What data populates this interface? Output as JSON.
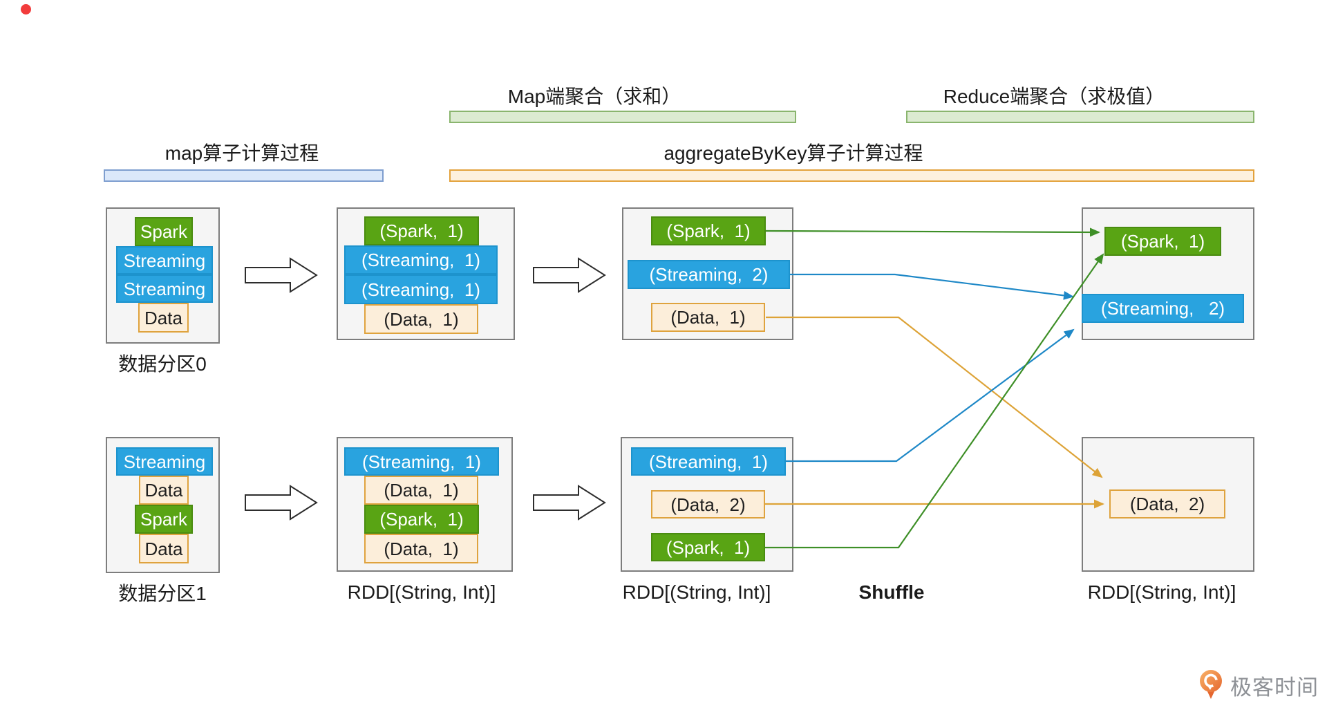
{
  "headers": {
    "map_aggregation": "Map端聚合（求和）",
    "reduce_aggregation": "Reduce端聚合（求极值）",
    "map_operator": "map算子计算过程",
    "aggregate_operator": "aggregateByKey算子计算过程"
  },
  "input": {
    "partition0_label": "数据分区0",
    "partition0_items": [
      "Spark",
      "Streaming",
      "Streaming",
      "Data"
    ],
    "partition1_label": "数据分区1",
    "partition1_items": [
      "Streaming",
      "Data",
      "Spark",
      "Data"
    ]
  },
  "map_output": {
    "rdd_label": "RDD[(String, Int)]",
    "partition0_items": [
      "(Spark,  1)",
      "(Streaming,  1)",
      "(Streaming,  1)",
      "(Data,  1)"
    ],
    "partition1_items": [
      "(Streaming,  1)",
      "(Data,  1)",
      "(Spark,  1)",
      "(Data,  1)"
    ]
  },
  "map_side_agg": {
    "rdd_label": "RDD[(String, Int)]",
    "partition0_items": [
      "(Spark,  1)",
      "(Streaming,  2)",
      "(Data,  1)"
    ],
    "partition1_items": [
      "(Streaming,  1)",
      "(Data,  2)",
      "(Spark,  1)"
    ]
  },
  "shuffle_label": "Shuffle",
  "reduce_side": {
    "rdd_label": "RDD[(String, Int)]",
    "partition0_items": [
      "(Spark,  1)",
      "(Streaming,   2)"
    ],
    "partition1_items": [
      "(Data,  2)"
    ]
  },
  "logo": {
    "text": "极客时间"
  },
  "colors": {
    "green-fill": "#59a414",
    "green-border": "#4a8c10",
    "blue-fill": "#29a3df",
    "blue-border": "#1d93cd",
    "tan-fill": "#fceeda",
    "tan-border": "#dfa33e",
    "bar-green-fill": "#dcebd1",
    "bar-green-border": "#8ab56e",
    "bar-blue-fill": "#dbe8fa",
    "bar-blue-border": "#7e9ecf",
    "bar-orange-fill": "#fdf1de",
    "bar-orange-border": "#e3a23c",
    "arrow-green": "#3e8f27",
    "arrow-blue": "#1e88c7",
    "arrow-orange": "#dda337",
    "container-fill": "#f5f5f5",
    "container-border": "#7d7d7d"
  }
}
